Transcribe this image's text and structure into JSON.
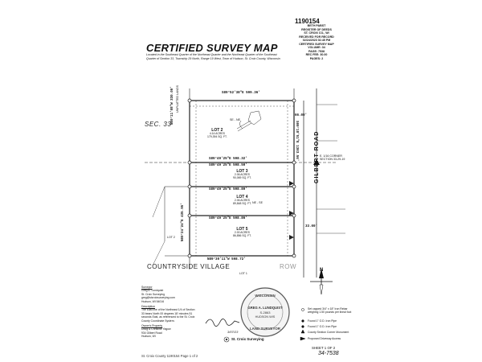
{
  "document": {
    "doc_number": "1190154",
    "recording_block": [
      "BETH PABST",
      "REGISTER OF DEEDS",
      "ST. CROIX CO., WI",
      "RECEIVED FOR RECORD",
      "02/24/2023 02:45 PM",
      "CERTIFIED SURVEY MAP",
      "VOLUME: 34",
      "PAGE: 7538",
      "REC FEE: 30.00",
      "PAGES: 2"
    ],
    "title": "CERTIFIED SURVEY MAP",
    "description": "Located in the Southeast Quarter of the Northeast Quarter and the Northeast Quarter of the Southeast Quarter of Section 33, Township 29 North, Range 19 West, Town of Hudson, St. Croix County, Wisconsin",
    "footer_left": "St. Croix County 1190154 Page 1 of 2",
    "sheet": "SHEET 1 OF 2",
    "handwritten": "34-7538"
  },
  "map": {
    "top_bearing": "S89°52'38\"E 599.36'",
    "bottom_bearing": "N89°30'11\"W 598.72'",
    "west_bearing_upper": "N00°11'08\"W 330.00'",
    "west_bearing_lower": "N00°24'24\"E 435.95'",
    "east_bearing": "S00°18'51\"E 1303.56'",
    "road_name": "GILBERT ROAD",
    "unplatted": "UNPLATTED LANDS",
    "section": "SEC. 33",
    "quarter_upper": "SE - NE",
    "quarter_lower": "NE - SE",
    "lot_left": "LOT 2",
    "lot_bottom": "LOT 1",
    "subdivision": "COUNTRYSIDE VILLAGE",
    "row": "ROW",
    "lots": [
      {
        "name": "LOT 2",
        "acres": "4.14 ACRES",
        "sqft": "179,394 SQ. FT."
      },
      {
        "name": "LOT 3",
        "acres": "2.06 ACRES",
        "sqft": "90,069 SQ. FT."
      },
      {
        "name": "LOT 4",
        "acres": "2.06 ACRES",
        "sqft": "89,848 SQ. FT."
      },
      {
        "name": "LOT 5",
        "acres": "2.00 ACRES",
        "sqft": "86,856 SQ. FT."
      }
    ],
    "lot_lines": [
      "S89°49'25\"E 598.32'",
      "S89°49'25\"E 598.50'",
      "S89°49'25\"E 598.80'",
      "S89°49'25\"E 598.86'"
    ],
    "dim_33": "33.00'",
    "dim_66": "66.00'",
    "corner_label": "E. 1/16 CORNER SECTION 33-29-19"
  },
  "notes": {
    "surveyor": [
      "Surveyor",
      "Greg A. Lundquist",
      "St. Croix Surveying",
      "greg@stcroixsurveying.com",
      "Hudson, WI 54016"
    ],
    "description_head": "Description",
    "description_body": "The East line of the Northeast 1/4 of Section 33 bears North 00 degrees 18' minutes 51 seconds East, as referenced to the St. Croix County Coordinate System.",
    "owner_head": "Owner's Property",
    "owner_body": [
      "Doug & Christine Yagow",
      "934 Gilbert Road",
      "Hudson, WI"
    ]
  },
  "seal": {
    "top": "WISCONSIN",
    "name": "GREG A. LUNDQUIST",
    "number": "S-2863",
    "city": "HUDSON WIS",
    "bottom": "LAND SURVEYOR",
    "signature_date": "3/07/23"
  },
  "company": "St. Croix Surveying",
  "legend": [
    {
      "symbol": "circle",
      "text": "Set capped 3/4\" x 18\" Iron Rebar weighing 1.50 pounds per lineal foot"
    },
    {
      "symbol": "dot",
      "text": "Found 1\" O.D. Iron Pipe"
    },
    {
      "symbol": "dot",
      "text": "Found 1\" O.D. Iron Pipe"
    },
    {
      "symbol": "triangle",
      "text": "County Section Corner Monument"
    },
    {
      "symbol": "arrow",
      "text": "Proposed Driveway Access"
    }
  ],
  "north_label": "N"
}
